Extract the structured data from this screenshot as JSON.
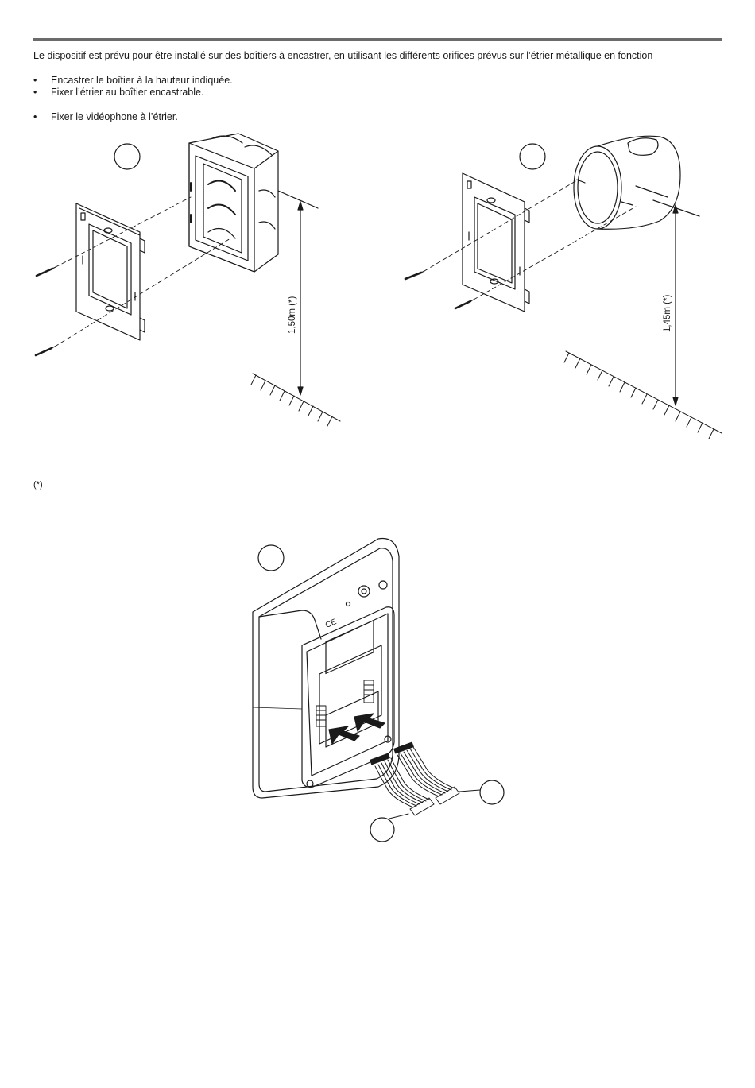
{
  "intro": "Le dispositif est prévu pour être installé sur des boîtiers à encastrer, en utilisant les différents orifices prévus sur l’étrier métallique en fonction",
  "bullets": [
    "Encastrer le boîtier à la hauteur indiquée.",
    "Fixer l’étrier au boîtier encastrable.",
    "Fixer le vidéophone à l’étrier."
  ],
  "figures": {
    "left_height": "1,50m (*)",
    "right_height": "1,45m (*)",
    "device_mark": "CE"
  },
  "footnote": "(*)"
}
